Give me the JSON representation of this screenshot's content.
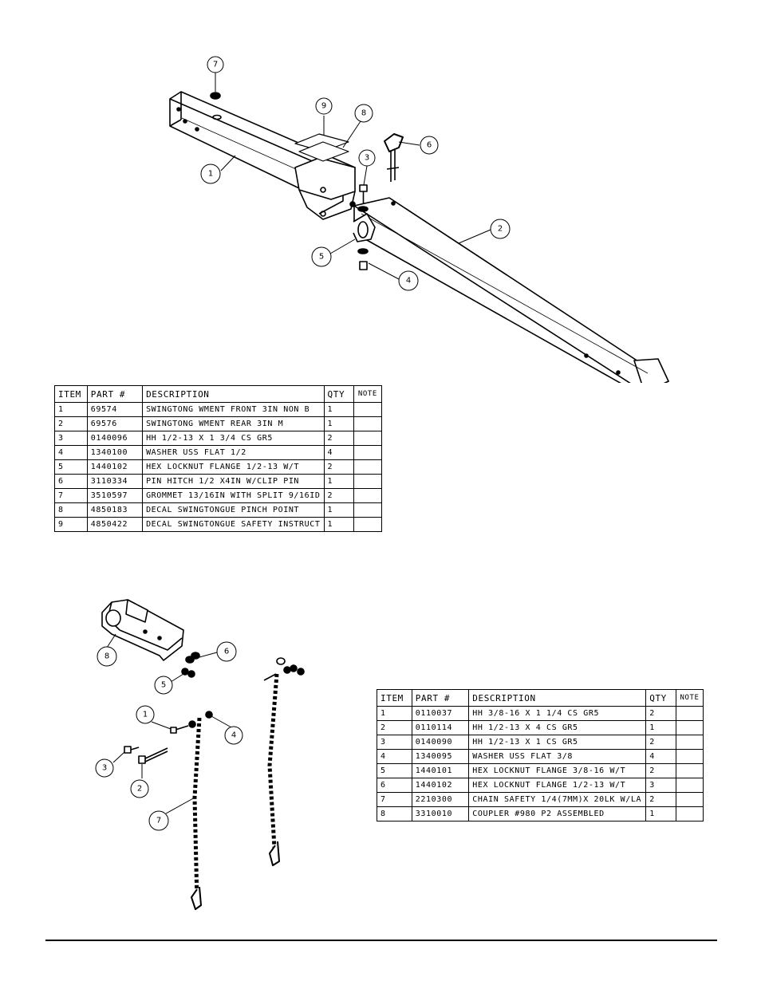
{
  "table1": {
    "headers": [
      "ITEM",
      "PART #",
      "DESCRIPTION",
      "QTY",
      "NOTE"
    ],
    "rows": [
      [
        "1",
        "69574",
        "SWINGTONG WMENT FRONT 3IN NON B",
        "1",
        ""
      ],
      [
        "2",
        "69576",
        "SWINGTONG WMENT REAR 3IN M",
        "1",
        ""
      ],
      [
        "3",
        "0140096",
        "HH 1/2-13 X 1 3/4 CS GR5",
        "2",
        ""
      ],
      [
        "4",
        "1340100",
        "WASHER USS FLAT 1/2",
        "4",
        ""
      ],
      [
        "5",
        "1440102",
        "HEX LOCKNUT FLANGE 1/2-13 W/T",
        "2",
        ""
      ],
      [
        "6",
        "3110334",
        "PIN HITCH 1/2 X4IN W/CLIP PIN",
        "1",
        ""
      ],
      [
        "7",
        "3510597",
        "GROMMET 13/16IN  WITH SPLIT 9/16ID",
        "2",
        ""
      ],
      [
        "8",
        "4850183",
        "DECAL SWINGTONGUE PINCH POINT",
        "1",
        ""
      ],
      [
        "9",
        "4850422",
        "DECAL SWINGTONGUE SAFETY INSTRUCT",
        "1",
        ""
      ]
    ]
  },
  "table2": {
    "headers": [
      "ITEM",
      "PART #",
      "DESCRIPTION",
      "QTY",
      "NOTE"
    ],
    "rows": [
      [
        "1",
        "0110037",
        "HH 3/8-16 X 1 1/4 CS GR5",
        "2",
        ""
      ],
      [
        "2",
        "0110114",
        "HH 1/2-13 X 4 CS GR5",
        "1",
        ""
      ],
      [
        "3",
        "0140090",
        "HH 1/2-13 X 1 CS GR5",
        "2",
        ""
      ],
      [
        "4",
        "1340095",
        "WASHER USS FLAT 3/8",
        "4",
        ""
      ],
      [
        "5",
        "1440101",
        "HEX LOCKNUT FLANGE 3/8-16 W/T",
        "2",
        ""
      ],
      [
        "6",
        "1440102",
        "HEX LOCKNUT FLANGE 1/2-13 W/T",
        "3",
        ""
      ],
      [
        "7",
        "2210300",
        "CHAIN SAFETY 1/4(7MM)X 20LK W/LA",
        "2",
        ""
      ],
      [
        "8",
        "3310010",
        "COUPLER #980 P2 ASSEMBLED",
        "1",
        ""
      ]
    ]
  },
  "callouts": {
    "top": [
      "7",
      "9",
      "8",
      "3",
      "6",
      "1",
      "2",
      "5",
      "4"
    ],
    "bottom": [
      "8",
      "6",
      "5",
      "1",
      "4",
      "3",
      "2",
      "7"
    ]
  }
}
